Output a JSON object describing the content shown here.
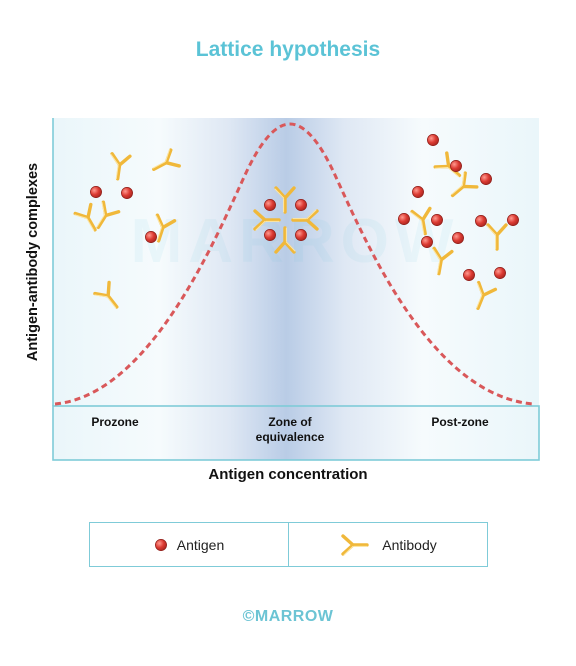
{
  "title": "Lattice hypothesis",
  "y_axis_label": "Antigen-antibody complexes",
  "x_axis_label": "Antigen concentration",
  "zones": [
    "Prozone",
    "Zone of equivalence",
    "Post-zone"
  ],
  "legend": {
    "antigen_label": "Antigen",
    "antibody_label": "Antibody"
  },
  "watermark": "MARROW",
  "footer": "©MARROW",
  "colors": {
    "title": "#5bc3d6",
    "frame": "#7fcbd8",
    "curve": "#d9585a",
    "antigen": "#d63a32",
    "antibody": "#f0b83a"
  }
}
